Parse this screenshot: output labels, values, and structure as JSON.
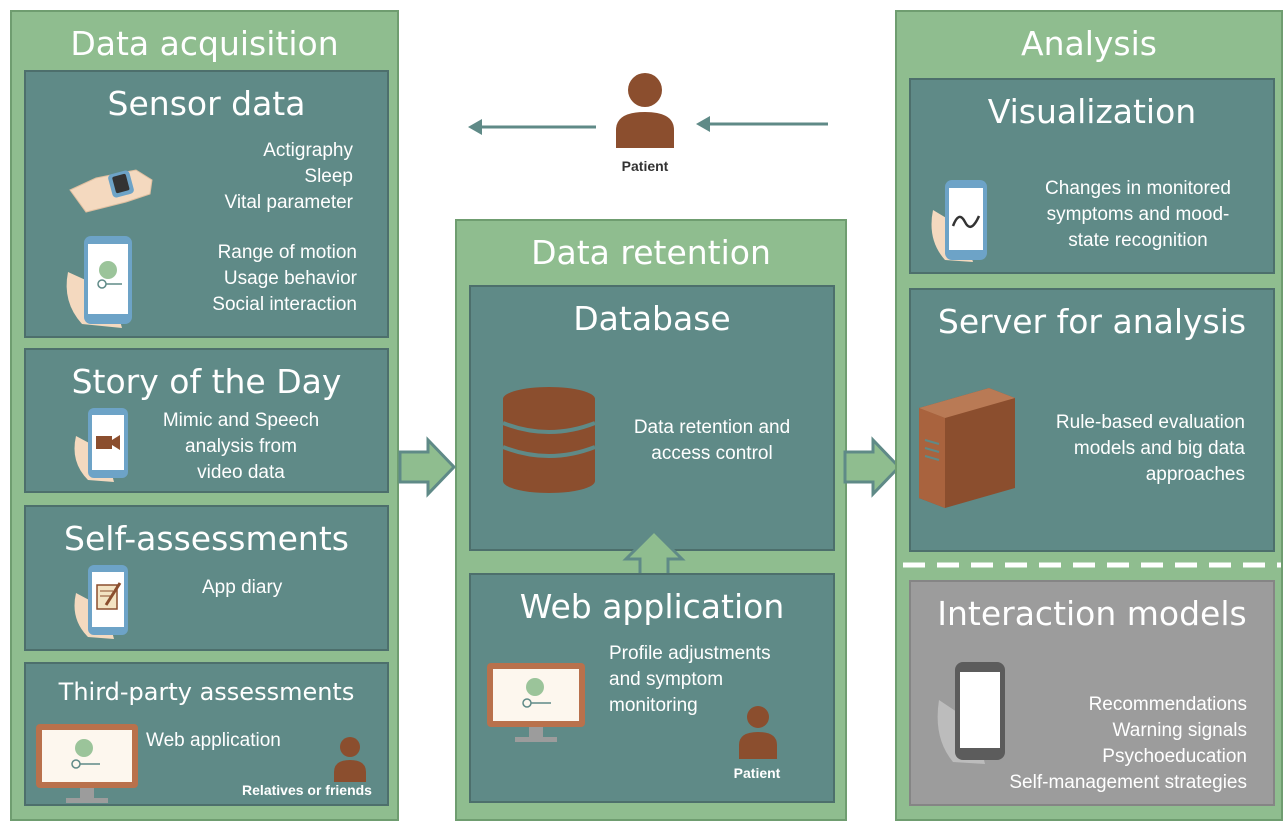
{
  "columns": {
    "acquisition": {
      "title": "Data acquisition",
      "sensor": {
        "title": "Sensor data",
        "watch_lines": [
          "Actigraphy",
          "Sleep",
          "Vital parameter"
        ],
        "phone_lines": [
          "Range of motion",
          "Usage behavior",
          "Social interaction"
        ]
      },
      "story": {
        "title": "Story of the Day",
        "lines": [
          "Mimic and Speech",
          "analysis from",
          "video data"
        ]
      },
      "self": {
        "title": "Self-assessments",
        "text": "App diary"
      },
      "third": {
        "title": "Third-party assessments",
        "text": "Web application",
        "person_label": "Relatives or friends"
      }
    },
    "retention": {
      "title": "Data retention",
      "database": {
        "title": "Database",
        "lines": [
          "Data retention and",
          "access control"
        ]
      },
      "webapp": {
        "title": "Web application",
        "lines": [
          "Profile adjustments",
          "and symptom",
          "monitoring"
        ],
        "person_label": "Patient"
      }
    },
    "analysis": {
      "title": "Analysis",
      "visualization": {
        "title": "Visualization",
        "lines": [
          "Changes in monitored",
          "symptoms and mood-",
          "state recognition"
        ]
      },
      "server": {
        "title": "Server for analysis",
        "lines": [
          "Rule-based evaluation",
          "models and big data",
          "approaches"
        ]
      },
      "interaction": {
        "title": "Interaction models",
        "lines": [
          "Recommendations",
          "Warning signals",
          "Psychoeducation",
          "Self-management strategies"
        ]
      }
    }
  },
  "top_patient": {
    "label": "Patient"
  },
  "colors": {
    "column_green": "#8fbd8f",
    "panel_teal": "#5f8a87",
    "panel_gray": "#9c9c9c",
    "person_brown": "#8b4e2e",
    "arrow_teal": "#5f8a87"
  }
}
